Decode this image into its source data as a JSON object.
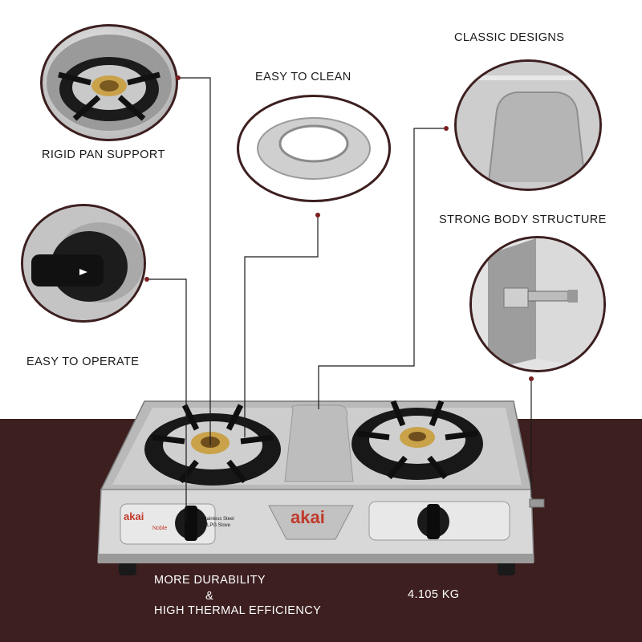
{
  "features": {
    "rigid_pan_support": "RIGID PAN SUPPORT",
    "easy_to_clean": "EASY TO CLEAN",
    "classic_designs": "CLASSIC DESIGNS",
    "strong_body_structure": "STRONG BODY STRUCTURE",
    "easy_to_operate": "EASY TO OPERATE"
  },
  "bottom": {
    "durability_line1": "MORE DURABILITY",
    "ampersand": "&",
    "durability_line2": "HIGH THERMAL EFFICIENCY",
    "weight": "4.105 KG"
  },
  "product": {
    "brand": "akai",
    "sub_brand": "Noble",
    "panel_text_1": "Stainless Steel",
    "panel_text_2": "LPG Stove"
  },
  "colors": {
    "maroon": "#3d1f1f",
    "steel": "#c9c9c9",
    "brand_red": "#c0392b",
    "brass": "#c9a24a"
  }
}
